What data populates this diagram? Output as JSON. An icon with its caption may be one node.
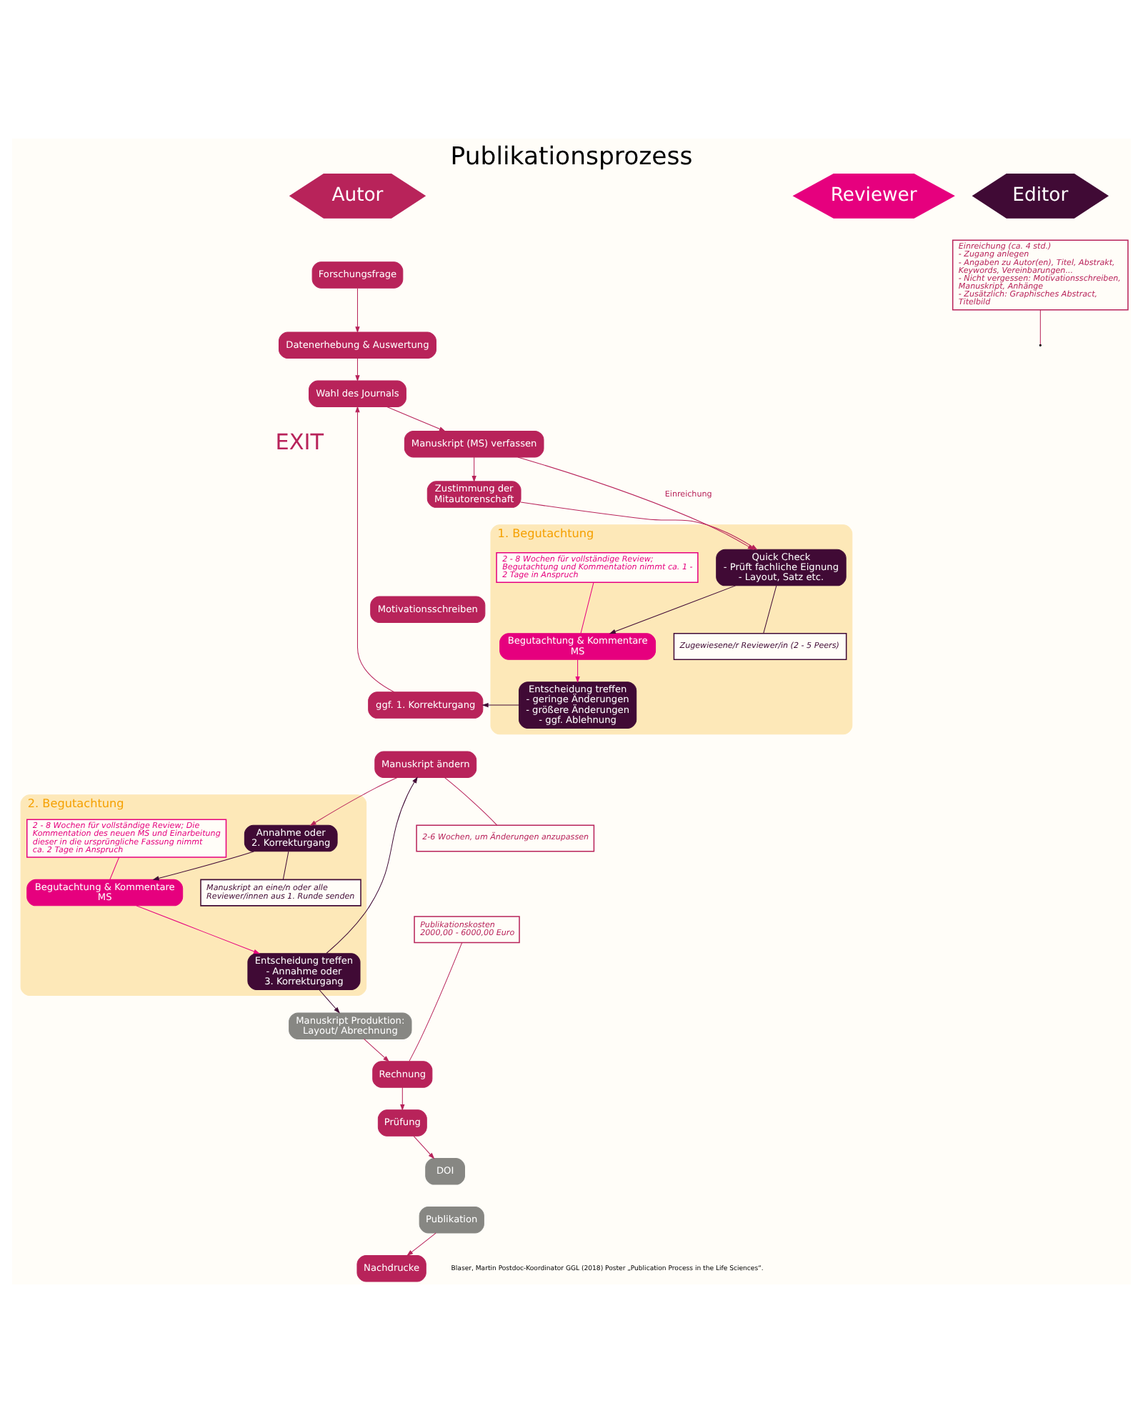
{
  "diagram": {
    "title": "Publikationsprozess",
    "nodes": [
      {
        "text": [
          "Autor"
        ]
      },
      {
        "text": [
          "Editor"
        ]
      },
      {
        "text": [
          "Reviewer"
        ]
      },
      {
        "text": [
          "Forschungsfrage"
        ]
      },
      {
        "text": [
          "Datenerhebung & Auswertung"
        ]
      },
      {
        "text": [
          "Wahl des Journals"
        ]
      },
      {
        "text": [
          "Manuskript (MS) verfassen"
        ]
      },
      {
        "text": [
          "Zustimmung der Mitautorenschaft"
        ]
      },
      {
        "text": [
          "Motivationsschreiben"
        ]
      },
      {
        "text": [
          "Einreichung (ca. 4 std.)",
          "- Zugang anlegen",
          "- Angaben zu Autor(en), Titel, Abstrakt, Keywords, Vereinbarungen...",
          "- Nicht vergessen: Motivationsschreiben, Manuskript, Anhänge",
          "- Zusätzlich: Graphisches Abstract, Titelbild"
        ]
      },
      {
        "text": [
          "1. Begutachtung"
        ]
      },
      {
        "text": [
          "Quick Check",
          "- Prüft fachliche Eignung",
          "- Layout, Satz etc."
        ],
        "in": 10
      },
      {
        "text": [
          "Zugewiesene/r Reviewer/in (2 - 5 Peers)"
        ],
        "in": 10
      },
      {
        "text": [
          "Begutachtung & Kommentare MS"
        ],
        "in": 10
      },
      {
        "text": [
          "2 - 8 Wochen für vollständige Review; Begutachtung und Kommentation nimmt ca. 1 - 2 Tage in Anspruch"
        ],
        "in": 10
      },
      {
        "text": [
          "Entscheidung treffen",
          "- geringe Änderungen",
          "- größere Änderungen",
          "- ggf. Ablehnung"
        ],
        "in": 10
      },
      {
        "text": [
          "ggf. 1. Korrekturgang"
        ]
      },
      {
        "text": [
          "Manuskript ändern"
        ]
      },
      {
        "text": [
          "2-6 Wochen, um Änderungen anzupassen"
        ]
      },
      {
        "text": [
          "2. Begutachtung"
        ]
      },
      {
        "text": [
          "Annahme oder",
          "2. Korrekturgang"
        ],
        "in": 19
      },
      {
        "text": [
          "Manuskript an eine/n oder alle Reviewer/innen aus 1. Runde senden"
        ],
        "in": 19
      },
      {
        "text": [
          "Begutachtung & Kommentare MS"
        ],
        "in": 19
      },
      {
        "text": [
          "2 - 8 Wochen für vollständige Review; Die Kommentation des neuen MS und Einarbeitung dieser in die ursprüngliche Fassung nimmt ca. 2 Tage in Anspruch"
        ],
        "in": 19
      },
      {
        "text": [
          "Entscheidung treffen",
          "- Annahme oder",
          "3. Korrekturgang"
        ],
        "in": 19
      },
      {
        "text": [
          "Publikationskosten",
          "2000,00 - 6000,00 Euro"
        ]
      },
      {
        "text": [
          "Rechnung"
        ]
      },
      {
        "text": [
          "Manuskript Produktion: Layout/ Abrechnung"
        ]
      },
      {
        "text": [
          "Prüfung"
        ]
      },
      {
        "text": [
          "Nachdrucke"
        ]
      },
      {
        "text": [
          "DOI"
        ]
      },
      {
        "text": [
          "Publikation"
        ]
      }
    ],
    "edges": [
      {
        "from": 3,
        "to": 4,
        "arrow": "to"
      },
      {
        "from": 4,
        "to": 5,
        "arrow": "to"
      },
      {
        "from": 5,
        "to": 6,
        "arrow": "to"
      },
      {
        "from": 6,
        "to": 7,
        "arrow": "to"
      },
      {
        "from": 6,
        "to": 11,
        "arrow": "to",
        "label": "Einreichung"
      },
      {
        "from": 7,
        "to": 11,
        "arrow": "to"
      },
      {
        "from": 9,
        "to": null,
        "arrow": "none"
      },
      {
        "from": 11,
        "to": 12,
        "arrow": "none",
        "color": "#400a35"
      },
      {
        "from": 11,
        "to": 13,
        "arrow": "to",
        "color": "#400a35"
      },
      {
        "from": 13,
        "to": 15,
        "arrow": "to",
        "color": "#e6007e"
      },
      {
        "from": 14,
        "to": 13,
        "arrow": "none",
        "color": "#e6007e"
      },
      {
        "from": 15,
        "to": 16,
        "arrow": "to",
        "color": "#400a35"
      },
      {
        "from": 16,
        "to": 5,
        "arrow": "to"
      },
      {
        "from": 17,
        "to": 20,
        "arrow": "to"
      },
      {
        "from": 18,
        "to": 17,
        "arrow": "none"
      },
      {
        "from": 20,
        "to": 21,
        "arrow": "none",
        "color": "#400a35"
      },
      {
        "from": 20,
        "to": 22,
        "arrow": "to",
        "color": "#400a35"
      },
      {
        "from": 22,
        "to": 24,
        "arrow": "to",
        "color": "#e6007e"
      },
      {
        "from": 23,
        "to": 22,
        "arrow": "none",
        "color": "#e6007e"
      },
      {
        "from": 24,
        "to": 17,
        "arrow": "to",
        "color": "#400a35"
      },
      {
        "from": 24,
        "to": 27,
        "arrow": "to",
        "color": "#400a35"
      },
      {
        "from": 25,
        "to": 26,
        "arrow": "none"
      },
      {
        "from": 27,
        "to": 26,
        "arrow": "to"
      },
      {
        "from": 26,
        "to": 28,
        "arrow": "to"
      },
      {
        "from": 28,
        "to": 30,
        "arrow": "to"
      },
      {
        "from": 31,
        "to": 29,
        "arrow": "to"
      }
    ],
    "labels": [
      "EXIT",
      "Blaser, Martin Postdoc-Koordinator GGL (2018) Poster „Publication Process in the Life Sciences“."
    ]
  }
}
